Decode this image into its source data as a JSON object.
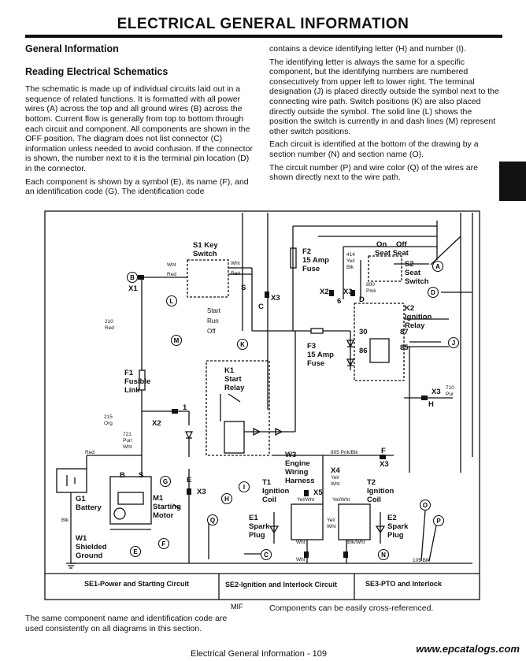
{
  "header": {
    "title": "ELECTRICAL   GENERAL INFORMATION"
  },
  "left": {
    "heading": "General Information",
    "subheading": "Reading Electrical Schematics",
    "para1": "The schematic is made up of individual circuits laid out in a sequence of related functions. It is formatted with all power wires (A) across the top and all ground wires (B) across the bottom. Current flow is generally from top to bottom through each circuit and component. All components are shown in the OFF position. The diagram does not list connector (C) information unless needed to avoid confusion. If the connector is shown, the number next to it is the terminal pin location (D) in the connector.",
    "para2": "Each component is shown by a symbol (E), its name (F), and an identification code (G). The identification code"
  },
  "right": {
    "para1": "contains a device identifying letter (H) and number (I).",
    "para2": "The identifying letter is always the same for a specific component, but the identifying numbers are numbered consecutively from upper left to lower right. The terminal designation (J) is placed directly outside the symbol next to the connecting wire path. Switch positions (K) are also placed directly outside the symbol. The solid line (L) shows the position the switch is currently in and dash lines (M) represent other switch positions.",
    "para3": "Each circuit is identified at the bottom of the drawing by a section number (N) and section name (O).",
    "para4": "The circuit number (P) and wire color (Q) of the wires are shown directly next to the wire path."
  },
  "schematic": {
    "components": {
      "s1": [
        "S1 Key",
        "Switch"
      ],
      "f2": [
        "F2",
        "15 Amp",
        "Fuse"
      ],
      "seat": [
        "On",
        "Off",
        "Seat Seat"
      ],
      "s2": [
        "S2",
        "Seat",
        "Switch"
      ],
      "k2": [
        "K2",
        "Ignition",
        "Relay"
      ],
      "f3": [
        "F3",
        "15 Amp",
        "Fuse"
      ],
      "k1": [
        "K1",
        "Start",
        "Relay"
      ],
      "f1": [
        "F1",
        "Fusible",
        "Link"
      ],
      "g1": [
        "G1",
        "Battery"
      ],
      "m1": [
        "M1",
        "Starting",
        "Motor"
      ],
      "w1": [
        "W1",
        "Shielded",
        "Ground"
      ],
      "w3": [
        "W3",
        "Engine",
        "Wiring",
        "Harness"
      ],
      "t1": [
        "T1",
        "Ignition",
        "Coil"
      ],
      "t2": [
        "T2",
        "Ignition",
        "Coil"
      ],
      "e1": [
        "E1",
        "Spark",
        "Plug"
      ],
      "e2": [
        "E2",
        "Spark",
        "Plug"
      ]
    },
    "switch_positions": [
      "Start",
      "Run",
      "Off"
    ],
    "terminal_labels": [
      "B",
      "S",
      "30",
      "87",
      "86",
      "85",
      "1",
      "6",
      "F",
      "E"
    ],
    "connectors": [
      "X1",
      "X2",
      "X2",
      "X3",
      "X3",
      "X3",
      "X3",
      "X3",
      "X4",
      "X5"
    ],
    "wire_labels": {
      "wht1": "Wht",
      "red1": "Red",
      "wht2": "Wht",
      "red2": "Red",
      "w210": "210",
      "w210c": "Red",
      "w414": "414",
      "w414c": "Yel/",
      "w414d": "Blk",
      "w800": "800",
      "w800c": "Pink",
      "w710": "710",
      "w710c": "Pur",
      "w215": "215",
      "w215c": "Org",
      "w721": "721",
      "w721c": "Pur/",
      "w721d": "Wht",
      "red3": "Red",
      "blk": "Blk",
      "w805": "805 Pnk/Blk",
      "yel1": "Yel/",
      "yel1b": "Wht",
      "yw1": "Yel/Wht",
      "yw2": "Yel/Wht",
      "yel3": "Yel/",
      "yel3b": "Wht",
      "bw": "Blk/Wht",
      "wht3": "Wht",
      "wht4": "Wht",
      "w105": "105 Blk",
      "s_conn": "S",
      "c_conn": "C",
      "d_conn": "D",
      "h_conn": "H"
    },
    "callouts": [
      "A",
      "B",
      "C",
      "D",
      "E",
      "F",
      "G",
      "H",
      "I",
      "J",
      "K",
      "L",
      "M",
      "N",
      "O",
      "P",
      "Q",
      "B"
    ],
    "sections": [
      "SE1-Power and Starting Circuit",
      "SE2-Ignition and Interlock Circuit",
      "SE3-PTO and Interlock"
    ],
    "mif": "MIF"
  },
  "captions": {
    "left": "The same component name and identification code are used consistently on all diagrams in this section.",
    "right": "Components can be easily cross-referenced."
  },
  "footer": {
    "text": "Electrical   General Information - 109",
    "brand": "www.epcatalogs.com"
  }
}
